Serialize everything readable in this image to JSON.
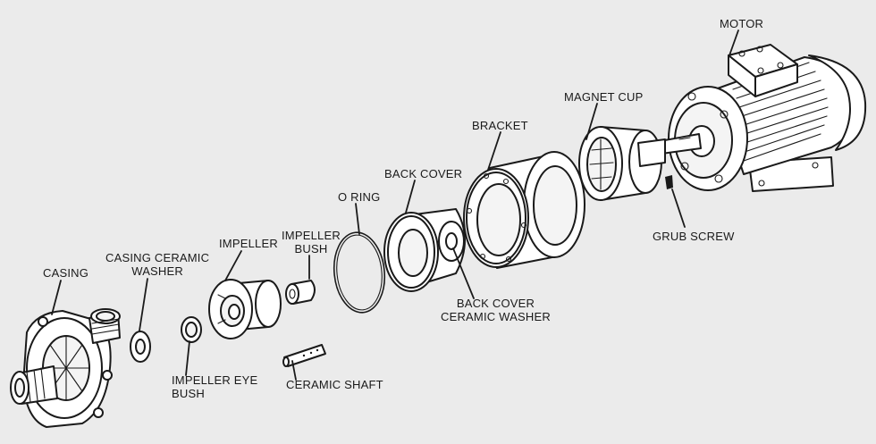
{
  "labels": {
    "casing": "CASING",
    "casing_ceramic_washer": [
      "CASING CERAMIC",
      "WASHER"
    ],
    "impeller": "IMPELLER",
    "impeller_bush": [
      "IMPELLER",
      "BUSH"
    ],
    "impeller_eye_bush": [
      "IMPELLER EYE",
      "BUSH"
    ],
    "ceramic_shaft": "CERAMIC SHAFT",
    "o_ring": "O RING",
    "back_cover": "BACK COVER",
    "back_cover_ceramic_washer": [
      "BACK COVER",
      "CERAMIC WASHER"
    ],
    "bracket": "BRACKET",
    "magnet_cup": "MAGNET CUP",
    "grub_screw": "GRUB SCREW",
    "motor": "MOTOR"
  },
  "colors": {
    "background": "#ebebeb",
    "line": "#1a1a1a",
    "part_fill": "#ffffff"
  }
}
